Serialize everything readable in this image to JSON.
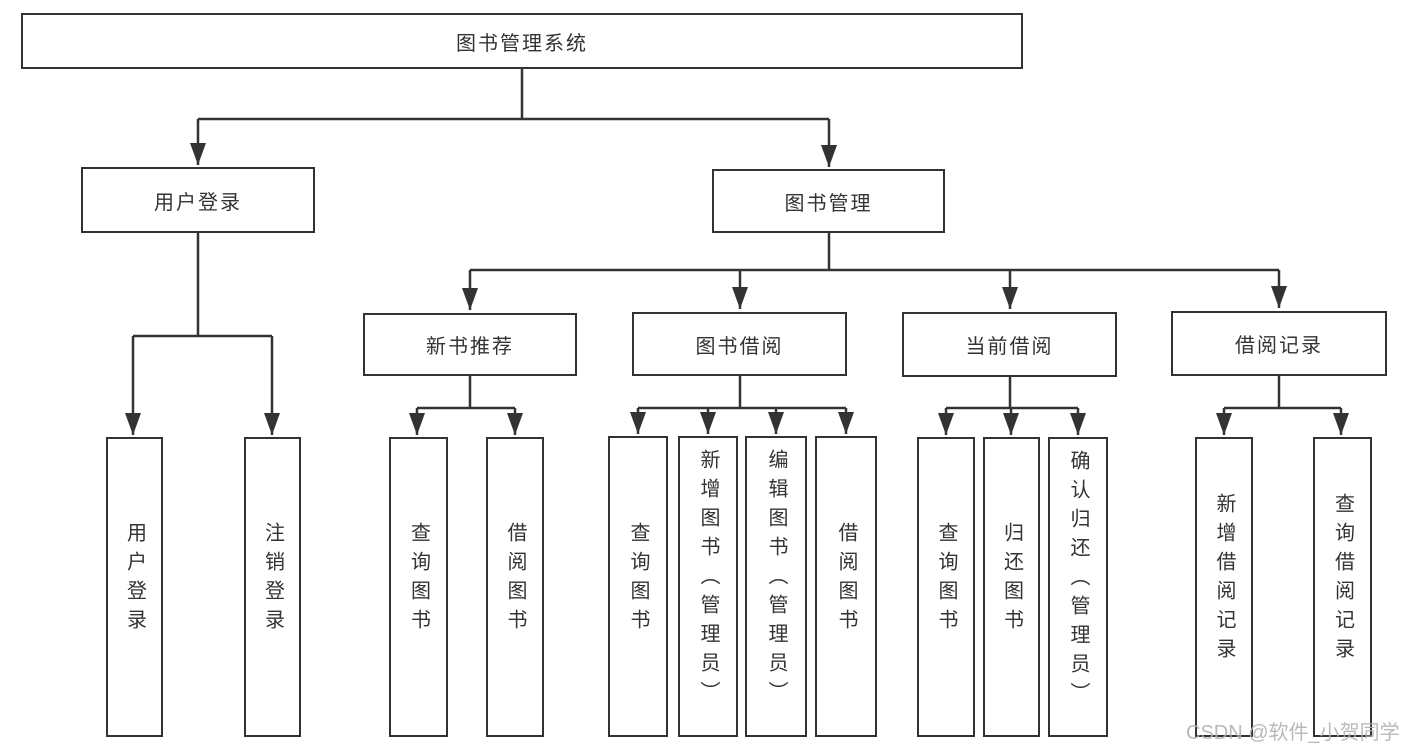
{
  "diagram_type": "hierarchy-tree",
  "colors": {
    "line": "#333333",
    "box_border": "#333333",
    "text": "#333333",
    "background": "#ffffff",
    "watermark": "#b2b2b2"
  },
  "tree": {
    "root": {
      "label": "图书管理系统",
      "children": [
        {
          "label": "用户登录",
          "children": [
            {
              "label": "用户登录"
            },
            {
              "label": "注销登录"
            }
          ]
        },
        {
          "label": "图书管理",
          "children": [
            {
              "label": "新书推荐",
              "children": [
                {
                  "label": "查询图书"
                },
                {
                  "label": "借阅图书"
                }
              ]
            },
            {
              "label": "图书借阅",
              "children": [
                {
                  "label": "查询图书"
                },
                {
                  "label": "新增图书（管理员）"
                },
                {
                  "label": "编辑图书（管理员）"
                },
                {
                  "label": "借阅图书"
                }
              ]
            },
            {
              "label": "当前借阅",
              "children": [
                {
                  "label": "查询图书"
                },
                {
                  "label": "归还图书"
                },
                {
                  "label": "确认归还（管理员）"
                }
              ]
            },
            {
              "label": "借阅记录",
              "children": [
                {
                  "label": "新增借阅记录"
                },
                {
                  "label": "查询借阅记录"
                }
              ]
            }
          ]
        }
      ]
    }
  },
  "watermark": "CSDN @软件_小贺同学"
}
